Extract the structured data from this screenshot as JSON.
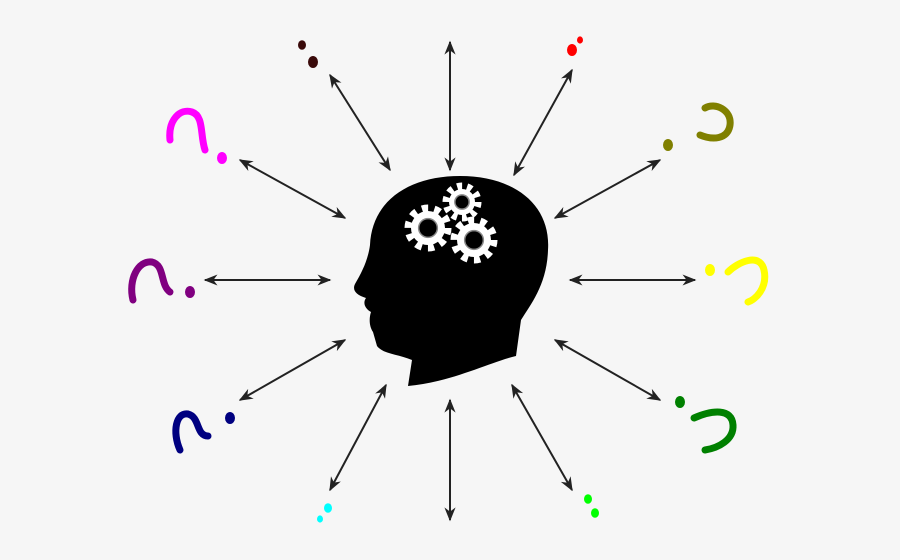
{
  "illustration": {
    "subject": "head-with-gears-icon",
    "background_color": "#f6f6f6",
    "head_color": "#000000",
    "gear_color": "#ffffff",
    "arrow_color": "#222222",
    "question_marks": [
      {
        "name": "magenta",
        "color": "#ff00ff"
      },
      {
        "name": "purple",
        "color": "#800080"
      },
      {
        "name": "navy",
        "color": "#000080"
      },
      {
        "name": "olive",
        "color": "#808000"
      },
      {
        "name": "yellow",
        "color": "#ffff00"
      },
      {
        "name": "green",
        "color": "#008000"
      },
      {
        "name": "dark-brown",
        "color": "#3a0a0a"
      },
      {
        "name": "red",
        "color": "#ff0000"
      },
      {
        "name": "cyan",
        "color": "#00ffff"
      },
      {
        "name": "lime",
        "color": "#00ff00"
      }
    ]
  }
}
